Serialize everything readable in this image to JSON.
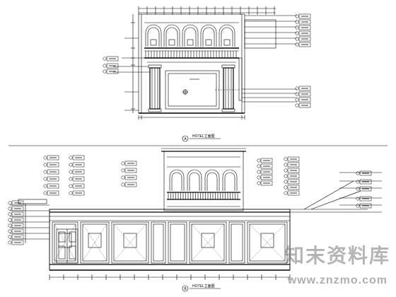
{
  "drawing": {
    "upper_elevation": {
      "section_mark": "A",
      "title": "HOTEL立面图"
    },
    "lower_elevation": {
      "section_mark": "B",
      "title": "HOTEL立面图"
    }
  },
  "watermark": {
    "brand": "知末资料库",
    "url": "www.znzmo.com"
  },
  "colors": {
    "line": "#000000",
    "watermark": "#8a8a8a"
  }
}
